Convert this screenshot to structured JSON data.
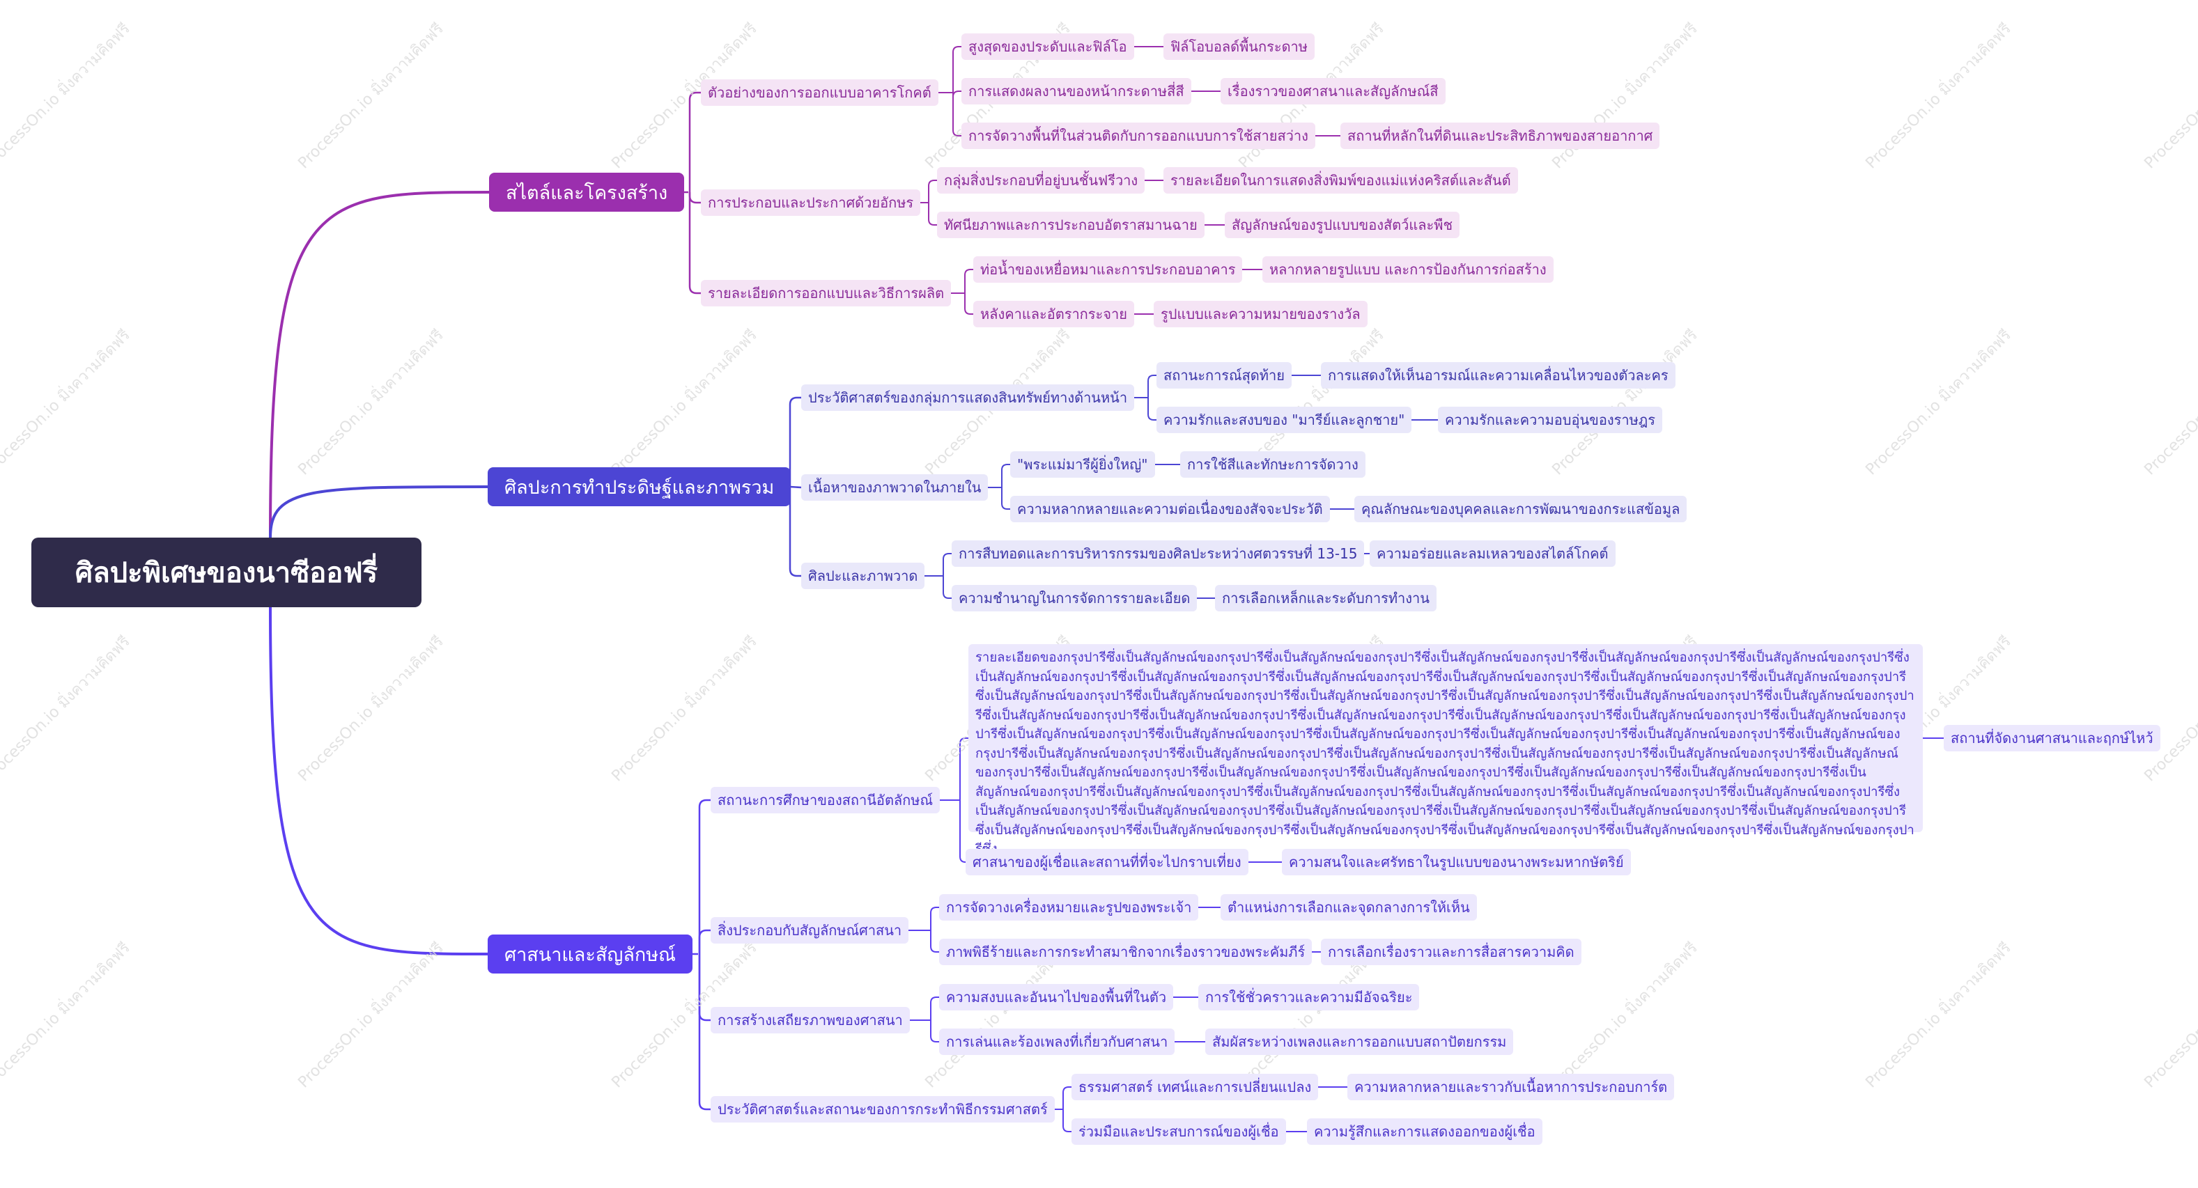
{
  "watermark": "ProcessOn.io มิ่งความคิดฟรี",
  "colors": {
    "root": "#2f2b4a",
    "branch_style": "#9b2fae",
    "branch_art": "#4c45d4",
    "branch_religion": "#5b3ff0",
    "style_fill": "#f5e4f5",
    "style_text": "#8a2a99",
    "art_fill": "#e9e8fa",
    "art_text": "#3b35a8",
    "religion_fill": "#ece8fd",
    "religion_text": "#4a33c9"
  },
  "root": {
    "label": "ศิลปะพิเศษของนาซีออฟรี่"
  },
  "branches": [
    {
      "label": "สไตล์และโครงสร้าง",
      "children": [
        {
          "label": "ตัวอย่างของการออกแบบอาคารโกคต์",
          "children": [
            {
              "label": "สูงสุดของประดับและฟิล์โอ",
              "child": "ฟิล์โอบอลด์พื้นกระดาษ"
            },
            {
              "label": "การแสดงผลงานของหน้ากระดาษสี่สี",
              "child": "เรื่องราวของศาสนาและสัญลักษณ์สี"
            },
            {
              "label": "การจัดวางพื้นที่ในส่วนติดกับการออกแบบการใช้สายสว่าง",
              "child": "สถานที่หลักในที่ดินและประสิทธิภาพของสายอากาศ"
            }
          ]
        },
        {
          "label": "การประกอบและประกาศด้วยอักษร",
          "children": [
            {
              "label": "กลุ่มสิ่งประกอบที่อยู่บนชั้นฟรีวาง",
              "child": "รายละเอียดในการแสดงสิ่งพิมพ์ของแม่แห่งคริสต์และสันต์"
            },
            {
              "label": "ทัศนียภาพและการประกอบอัตราสมานฉาย",
              "child": "สัญลักษณ์ของรูปแบบของสัตว์และพืช"
            }
          ]
        },
        {
          "label": "รายละเอียดการออกแบบและวิธีการผลิต",
          "children": [
            {
              "label": "ท่อน้ำของเหยื่อหมาและการประกอบอาคาร",
              "child": "หลากหลายรูปแบบ และการป้องกันการก่อสร้าง"
            },
            {
              "label": "หลังคาและอัตรากระจาย",
              "child": "รูปแบบและความหมายของรางวัล"
            }
          ]
        }
      ]
    },
    {
      "label": "ศิลปะการทำประดิษฐ์และภาพรวม",
      "children": [
        {
          "label": "ประวัติศาสตร์ของกลุ่มการแสดงสินทรัพย์ทางด้านหน้า",
          "children": [
            {
              "label": "สถานะการณ์สุดท้าย",
              "child": "การแสดงให้เห็นอารมณ์และความเคลื่อนไหวของตัวละคร"
            },
            {
              "label": "ความรักและสงบของ \"มารีย์และลูกชาย\"",
              "child": "ความรักและความอบอุ่นของราษฎร"
            }
          ]
        },
        {
          "label": "เนื้อหาของภาพวาดในภายใน",
          "children": [
            {
              "label": "\"พระแม่มารีผู้ยิ่งใหญ่\"",
              "child": "การใช้สีและทักษะการจัดวาง"
            },
            {
              "label": "ความหลากหลายและความต่อเนื่องของสัจจะประวัติ",
              "child": "คุณลักษณะของบุคคลและการพัฒนาของกระแสข้อมูล"
            }
          ]
        },
        {
          "label": "ศิลปะและภาพวาด",
          "children": [
            {
              "label": "การสืบทอดและการบริหารกรรมของศิลปะระหว่างศตวรรษที่ 13-15",
              "child": "ความอร่อยและลมเหลวของสไตล์โกคต์"
            },
            {
              "label": "ความชำนาญในการจัดการรายละเอียด",
              "child": "การเลือกเหล็กและระดับการทำงาน"
            }
          ]
        }
      ]
    },
    {
      "label": "ศาสนาและสัญลักษณ์",
      "children": [
        {
          "label": "สถานะการศึกษาของสถานีอัตลักษณ์",
          "children": [
            {
              "label": "รายละเอียดของกรุงปารีซึ่งเป็นสัญลักษณ์ของกรุงปารีซึ่งเป็นสัญลักษณ์ของกรุงปารีซึ่งเป็นสัญลักษณ์ของกรุงปารีซึ่งเป็นสัญลักษณ์ของกรุงปารีซึ่งเป็นสัญลักษณ์ของกรุงปารีซึ่งเป็นสัญลักษณ์ของกรุงปารีซึ่งเป็นสัญลักษณ์ของกรุงปารีซึ่งเป็นสัญลักษณ์ของกรุงปารีซึ่งเป็นสัญลักษณ์ของกรุงปารีซึ่งเป็นสัญลักษณ์ของกรุงปารีซึ่งเป็นสัญลักษณ์ของกรุงปารีซึ่งเป็นสัญลักษณ์ของกรุงปารีซึ่งเป็นสัญลักษณ์ของกรุงปารีซึ่งเป็นสัญลักษณ์ของกรุงปารีซึ่งเป็นสัญลักษณ์ของกรุงปารีซึ่งเป็นสัญลักษณ์ของกรุงปารีซึ่งเป็นสัญลักษณ์ของกรุงปารีซึ่งเป็นสัญลักษณ์ของกรุงปารีซึ่งเป็นสัญลักษณ์ของกรุงปารีซึ่งเป็นสัญลักษณ์ของกรุงปารีซึ่งเป็นสัญลักษณ์ของกรุงปารีซึ่งเป็นสัญลักษณ์ของกรุงปารีซึ่งเป็นสัญลักษณ์ของกรุงปารีซึ่งเป็นสัญลักษณ์ของกรุงปารีซึ่งเป็นสัญลักษณ์ของกรุงปารีซึ่งเป็นสัญลักษณ์ของกรุงปารีซึ่งเป็นสัญลักษณ์ของกรุงปารีซึ่งเป็นสัญลักษณ์ของกรุงปารีซึ่งเป็นสัญลักษณ์ของกรุงปารีซึ่งเป็นสัญลักษณ์ของกรุงปารีซึ่งเป็นสัญลักษณ์ของกรุงปารีซึ่งเป็นสัญลักษณ์ของกรุงปารีซึ่งเป็นสัญลักษณ์ของกรุงปารีซึ่งเป็นสัญลักษณ์ของกรุงปารีซึ่งเป็นสัญลักษณ์ของกรุงปารีซึ่งเป็นสัญลักษณ์ของกรุงปารีซึ่งเป็นสัญลักษณ์ของกรุงปารีซึ่งเป็นสัญลักษณ์ของกรุงปารีซึ่งเป็นสัญลักษณ์ของกรุงปารีซึ่งเป็นสัญลักษณ์ของกรุงปารีซึ่งเป็นสัญลักษณ์ของกรุงปารีซึ่งเป็นสัญลักษณ์ของกรุงปารีซึ่งเป็นสัญลักษณ์ของกรุงปารีซึ่งเป็นสัญลักษณ์ของกรุงปารีซึ่งเป็นสัญลักษณ์ของกรุงปารีซึ่งเป็นสัญลักษณ์ของกรุงปารีซึ่งเป็นสัญลักษณ์ของกรุงปารีซึ่งเป็นสัญลักษณ์ของกรุงปารีซึ่งเป็นสัญลักษณ์ของกรุงปารีซึ่งเป็นสัญลักษณ์ของกรุงปารีซึ่งเป็นสัญลักษณ์ของกรุงปารีซึ่งเป็นสัญลักษณ์ของกรุงปารีซึ่งเป็นสัญลักษณ์ของกรุงปารีซึ่งเป็นสัญลักษณ์ของกรุงปารีซึ่งเป็นสัญลักษณ์ของกรุงปารีซึ่งเป็นสัญลักษณ์ของกรุงปารีซึ่งเป็นสัญลักษณ์ของกรุงปารีซึ่งเป็นสัญลักษณ์ของกรุงปารีซึ่ง",
              "child": "สถานที่จัดงานศาสนาและฤกษ์ไหว้"
            },
            {
              "label": "ศาสนาของผู้เชื่อและสถานที่ที่จะไปกราบเที่ยง",
              "child": "ความสนใจและศรัทธาในรูปแบบของนางพระมหากษัตริย์"
            }
          ]
        },
        {
          "label": "สิ่งประกอบกับสัญลักษณ์ศาสนา",
          "children": [
            {
              "label": "การจัดวางเครื่องหมายและรูปของพระเจ้า",
              "child": "ตำแหน่งการเลือกและจุดกลางการให้เห็น"
            },
            {
              "label": "ภาพพิธีร้ายและการกระทำสมาชิกจากเรื่องราวของพระคัมภีร์",
              "child": "การเลือกเรื่องราวและการสื่อสารความคิด"
            }
          ]
        },
        {
          "label": "การสร้างเสถียรภาพของศาสนา",
          "children": [
            {
              "label": "ความสงบและอันนาไปของพื้นที่ในตัว",
              "child": "การใช้ชั่วคราวและความมีอัจฉริยะ"
            },
            {
              "label": "การเล่นและร้องเพลงที่เกี่ยวกับศาสนา",
              "child": "สัมผัสระหว่างเพลงและการออกแบบสถาปัตยกรรม"
            }
          ]
        },
        {
          "label": "ประวัติศาสตร์และสถานะของการกระทำพิธีกรรมศาสตร์",
          "children": [
            {
              "label": "ธรรมศาสตร์ เทศน์และการเปลี่ยนแปลง",
              "child": "ความหลากหลายและราวกับเนื้อหาการประกอบการ์ต"
            },
            {
              "label": "ร่วมมือและประสบการณ์ของผู้เชื่อ",
              "child": "ความรู้สึกและการแสดงออกของผู้เชื่อ"
            }
          ]
        }
      ]
    }
  ]
}
